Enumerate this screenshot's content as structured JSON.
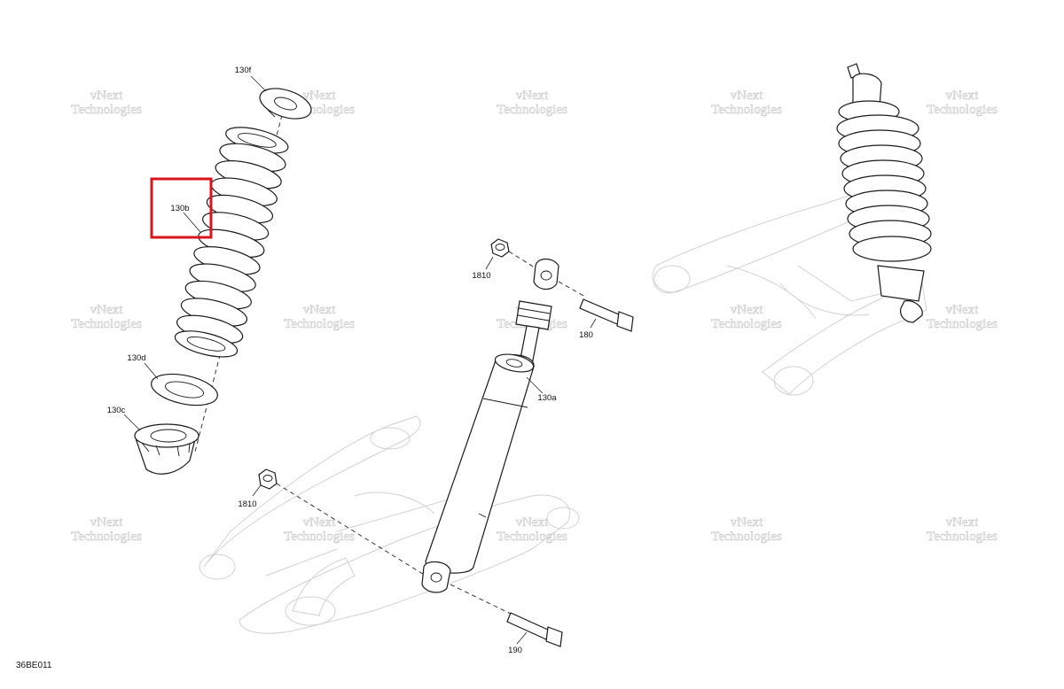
{
  "callouts": [
    {
      "id": "130f",
      "label": "130f"
    },
    {
      "id": "130b",
      "label": "130b"
    },
    {
      "id": "130d",
      "label": "130d"
    },
    {
      "id": "130c",
      "label": "130c"
    },
    {
      "id": "1810a",
      "label": "1810"
    },
    {
      "id": "180",
      "label": "180"
    },
    {
      "id": "130a",
      "label": "130a"
    },
    {
      "id": "1810b",
      "label": "1810"
    },
    {
      "id": "190",
      "label": "190"
    }
  ],
  "drawing_code": "36BE011",
  "watermark": {
    "line1": "vNext",
    "line2": "Technologies"
  },
  "highlight_color": "#d9141b"
}
